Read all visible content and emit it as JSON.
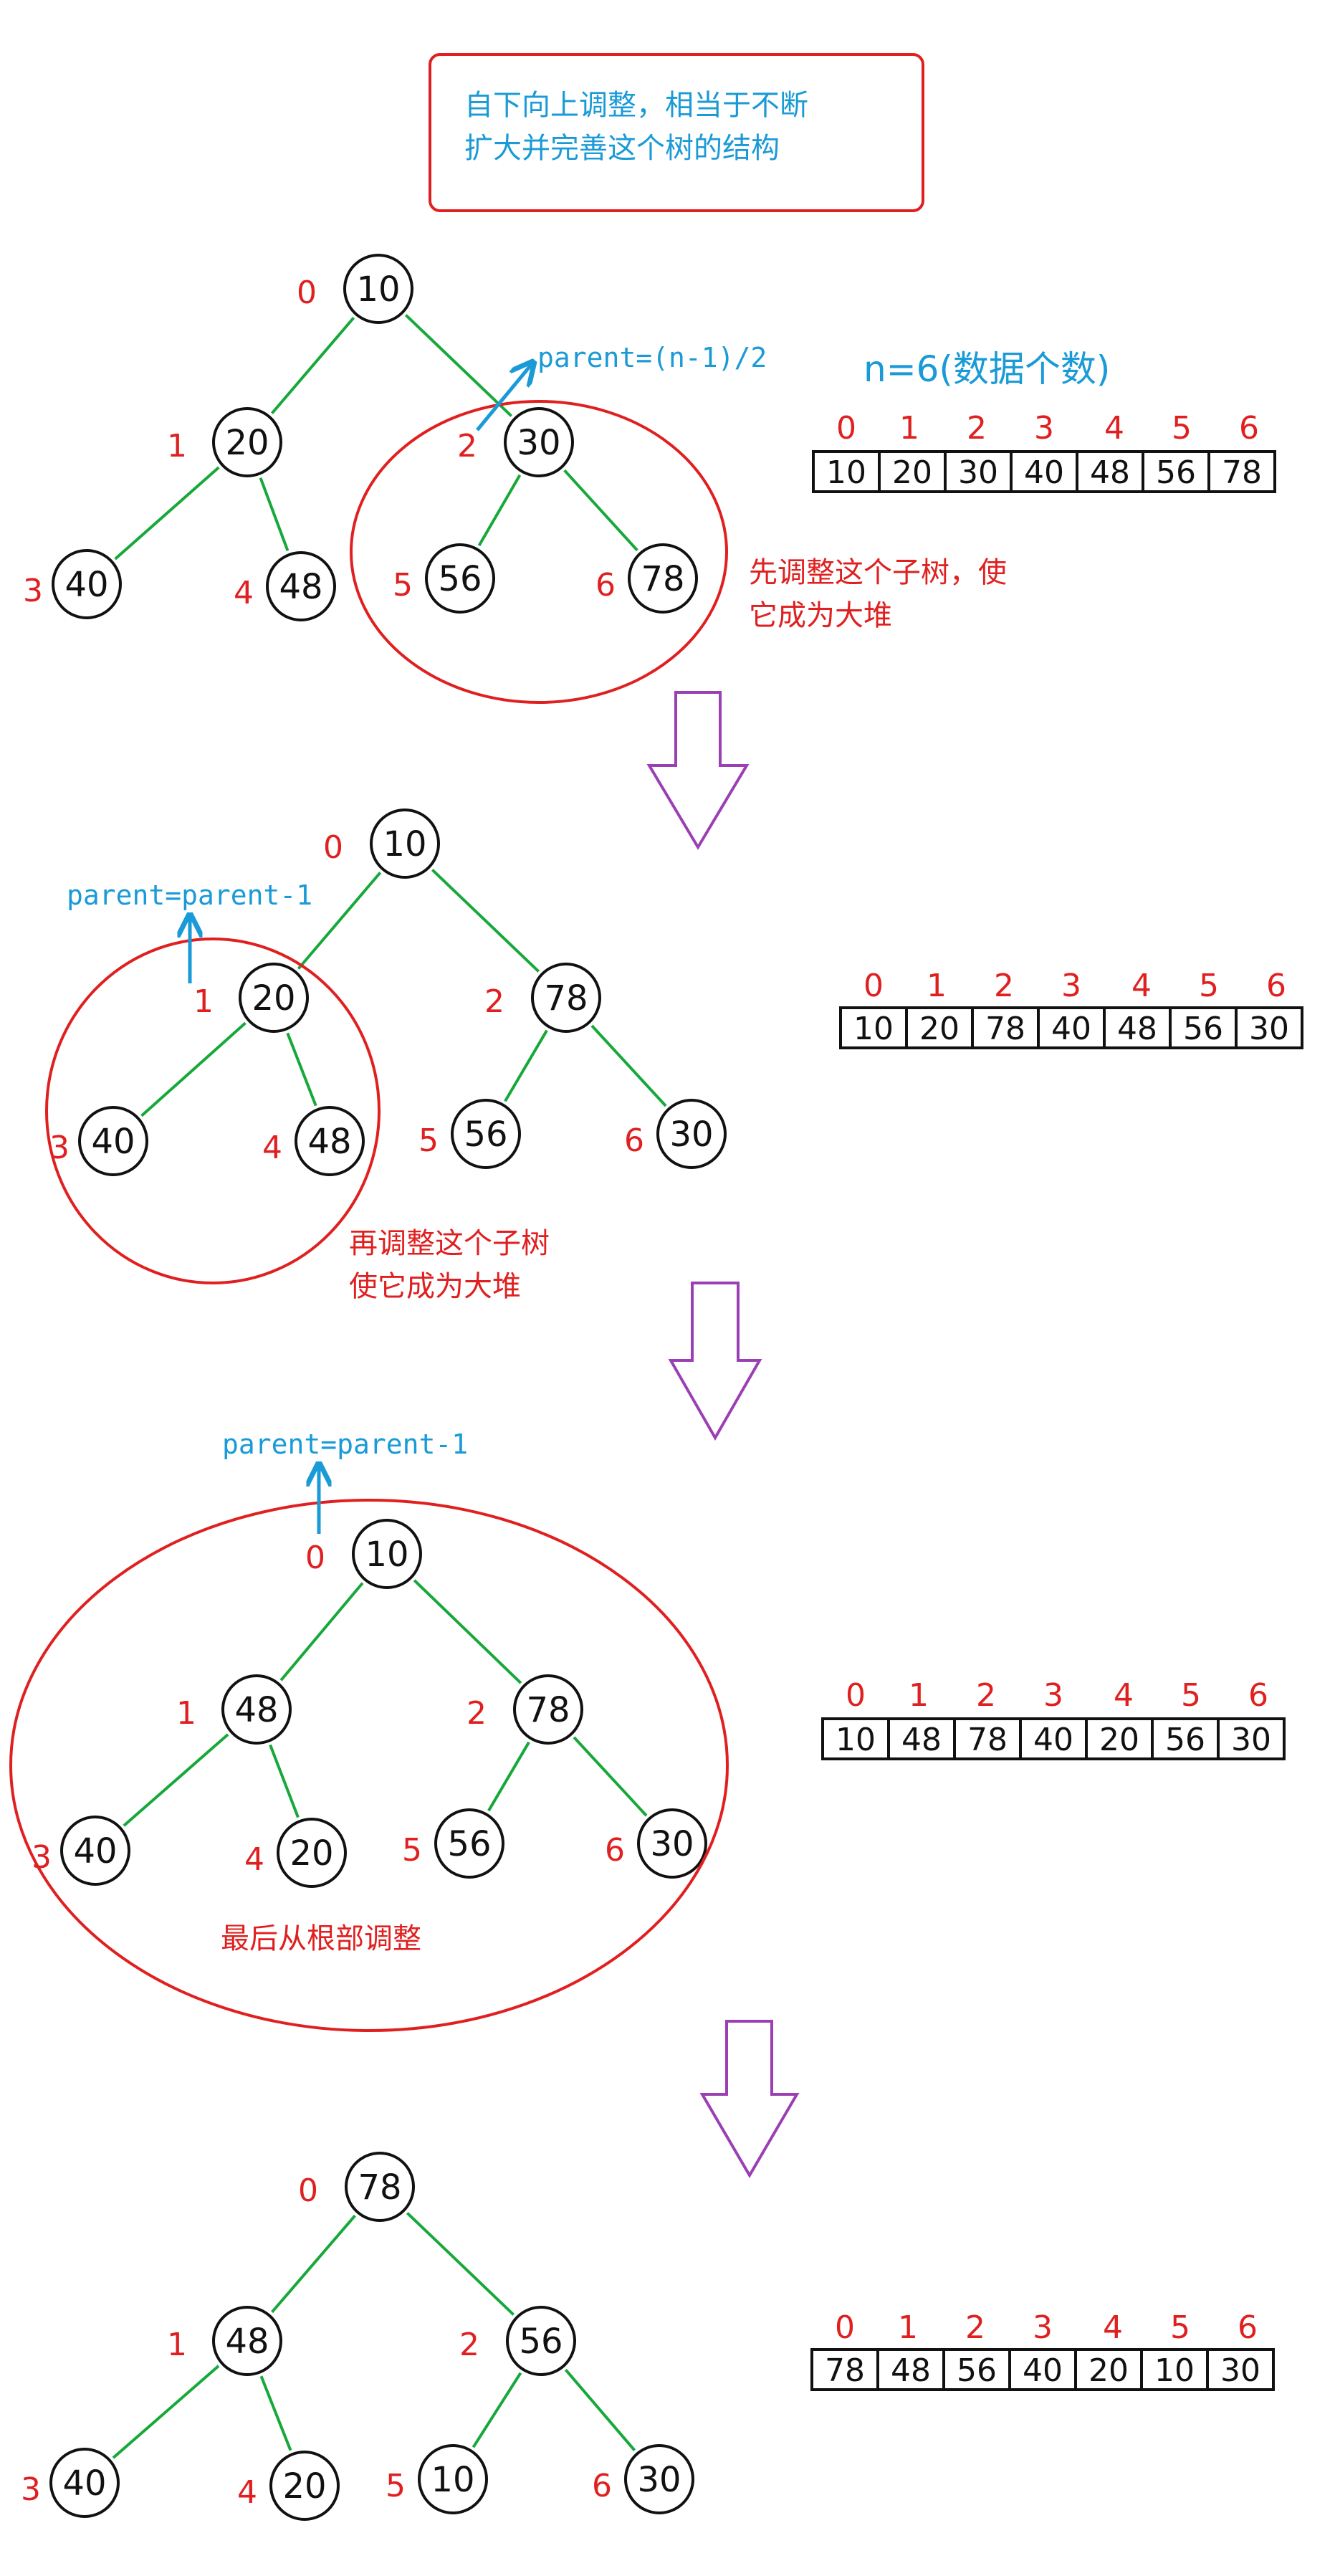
{
  "colors": {
    "red": "#e02020",
    "blue": "#1a9ad6",
    "green": "#17a83a",
    "purple": "#9b3fb5",
    "black": "#111111"
  },
  "intro_note": {
    "line1": "自下向上调整，相当于不断",
    "line2": "扩大并完善这个树的结构"
  },
  "n_label": "n=6(数据个数)",
  "stages": [
    {
      "nodes": [
        "10",
        "20",
        "30",
        "40",
        "48",
        "56",
        "78"
      ],
      "indices": [
        "0",
        "1",
        "2",
        "3",
        "4",
        "5",
        "6"
      ],
      "array": [
        "10",
        "20",
        "30",
        "40",
        "48",
        "56",
        "78"
      ],
      "pointer_label": "parent=(n-1)/2",
      "note_line1": "先调整这个子树，使",
      "note_line2": "它成为大堆"
    },
    {
      "nodes": [
        "10",
        "20",
        "78",
        "40",
        "48",
        "56",
        "30"
      ],
      "indices": [
        "0",
        "1",
        "2",
        "3",
        "4",
        "5",
        "6"
      ],
      "array": [
        "10",
        "20",
        "78",
        "40",
        "48",
        "56",
        "30"
      ],
      "pointer_label": "parent=parent-1",
      "note_line1": "再调整这个子树",
      "note_line2": "使它成为大堆"
    },
    {
      "nodes": [
        "10",
        "48",
        "78",
        "40",
        "20",
        "56",
        "30"
      ],
      "indices": [
        "0",
        "1",
        "2",
        "3",
        "4",
        "5",
        "6"
      ],
      "array": [
        "10",
        "48",
        "78",
        "40",
        "20",
        "56",
        "30"
      ],
      "pointer_label": "parent=parent-1",
      "note_line1": "最后从根部调整"
    },
    {
      "nodes": [
        "78",
        "48",
        "56",
        "40",
        "20",
        "10",
        "30"
      ],
      "indices": [
        "0",
        "1",
        "2",
        "3",
        "4",
        "5",
        "6"
      ],
      "array": [
        "78",
        "48",
        "56",
        "40",
        "20",
        "10",
        "30"
      ]
    }
  ]
}
